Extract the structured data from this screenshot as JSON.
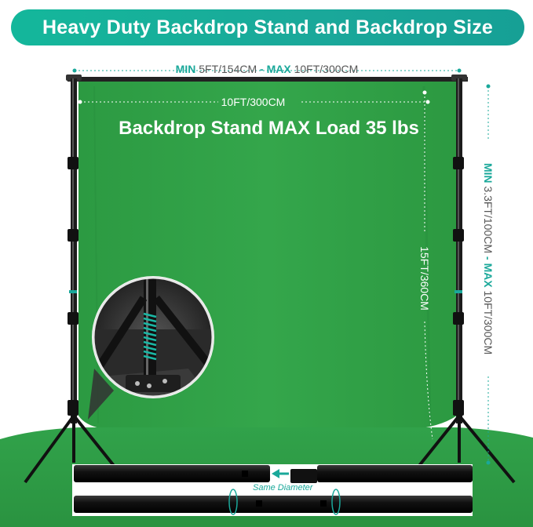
{
  "header": {
    "title": "Heavy Duty Backdrop Stand and Backdrop Size"
  },
  "dimensions": {
    "width_min_label": "MIN",
    "width_min_value": "5FT/154CM",
    "width_max_label": "- MAX",
    "width_max_value": "10FT/300CM",
    "backdrop_width": "10FT/300CM",
    "backdrop_height": "15FT/360CM",
    "height_min_label": "MIN",
    "height_min_value": "3.3FT/100CM",
    "height_max_label": "- MAX",
    "height_max_value": "10FT/300CM"
  },
  "load": {
    "text": "Backdrop Stand MAX Load 35 lbs"
  },
  "crossbar": {
    "caption": "Same Diameter"
  },
  "colors": {
    "banner": "#1aa89a",
    "backdrop_green": "#2f9f45",
    "accent_teal": "#1aa89a",
    "pole": "#1a1a1a"
  },
  "icons": [
    "arrow-left-icon",
    "rotation-arrow-icon",
    "spring-icon"
  ]
}
